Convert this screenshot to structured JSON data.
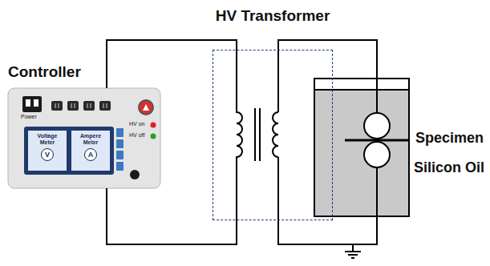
{
  "diagram": {
    "nodes": [
      {
        "text": [
          "Controller"
        ]
      },
      {
        "text": [
          "Voltage Meter",
          "V"
        ],
        "in": 0
      },
      {
        "text": [
          "Ampere Meter",
          "A"
        ],
        "in": 0
      },
      {
        "text": [
          "HV Transformer"
        ]
      }
    ],
    "edges": [
      {
        "from": 0,
        "to": 3,
        "arrow": "none"
      },
      {
        "from": 0,
        "to": 3,
        "arrow": "none"
      }
    ],
    "labels": [
      "Power",
      "HV on",
      "HV off",
      "Specimen",
      "Silicon Oil"
    ]
  }
}
